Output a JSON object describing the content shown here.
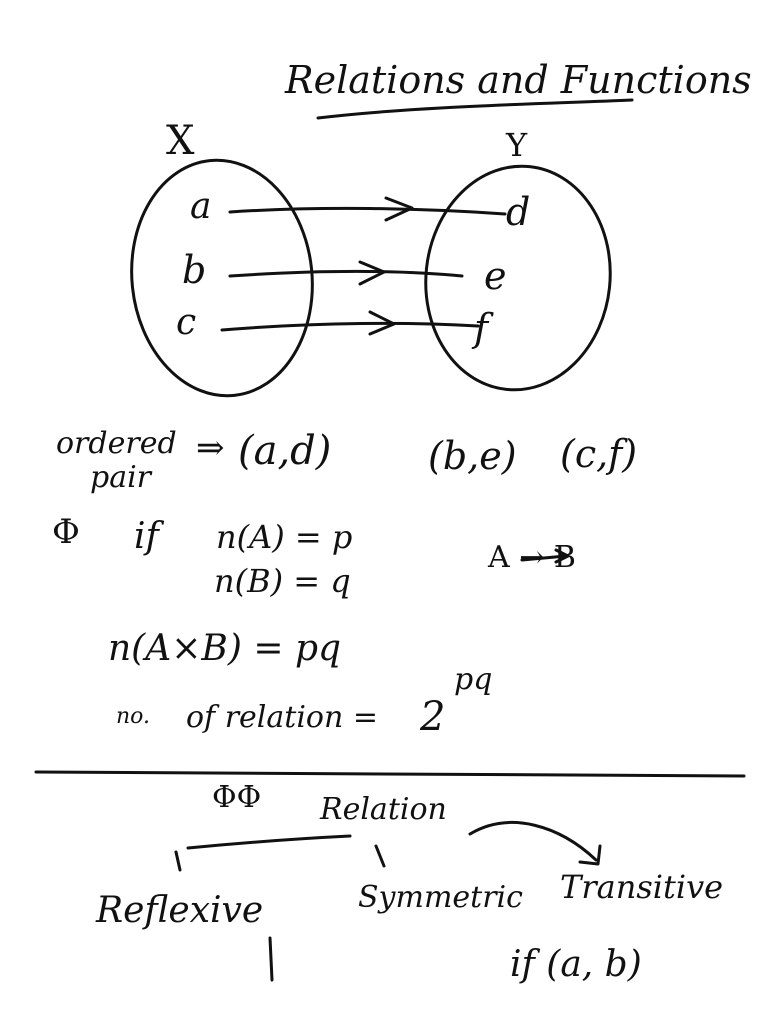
{
  "page": {
    "title": "Relations and Functions",
    "diagram": {
      "set_x_label": "X",
      "set_y_label": "Y",
      "domain": [
        "a",
        "b",
        "c"
      ],
      "codomain": [
        "d",
        "e",
        "f"
      ]
    },
    "ordered_pair": {
      "label_line1": "ordered",
      "label_line2": "pair",
      "implies": "⇒",
      "pairs": [
        "(a,d)",
        "(b,e)",
        "(c,f)"
      ]
    },
    "note1": {
      "marker": "Φ",
      "if_text": "if",
      "nA": "n(A) = p",
      "nB": "n(B) = q",
      "mapping": "A → B",
      "product": "n(A×B) = pq",
      "count_prefix": "no.",
      "count_label": "of relation =",
      "count_base": "2",
      "count_exp": "pq"
    },
    "note2": {
      "marker": "ΦΦ",
      "heading": "Relation",
      "types": [
        "Reflexive",
        "Symmetric",
        "Transitive"
      ],
      "partial": "if (a, b)"
    }
  }
}
